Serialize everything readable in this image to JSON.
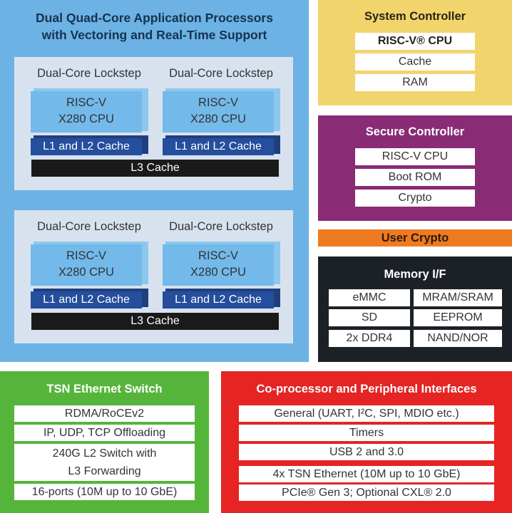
{
  "app_processors": {
    "title_line1": "Dual Quad-Core Application Processors",
    "title_line2": "with Vectoring and Real-Time Support",
    "color": "#6cb2e4",
    "clusters": [
      {
        "lockstep": [
          {
            "label": "Dual-Core Lockstep",
            "cpu_line1": "RISC-V",
            "cpu_line2": "X280 CPU",
            "cache": "L1 and L2 Cache"
          },
          {
            "label": "Dual-Core Lockstep",
            "cpu_line1": "RISC-V",
            "cpu_line2": "X280 CPU",
            "cache": "L1 and L2 Cache"
          }
        ],
        "l3": "L3 Cache"
      },
      {
        "lockstep": [
          {
            "label": "Dual-Core Lockstep",
            "cpu_line1": "RISC-V",
            "cpu_line2": "X280 CPU",
            "cache": "L1 and L2 Cache"
          },
          {
            "label": "Dual-Core Lockstep",
            "cpu_line1": "RISC-V",
            "cpu_line2": "X280 CPU",
            "cache": "L1 and L2 Cache"
          }
        ],
        "l3": "L3 Cache"
      }
    ]
  },
  "system_controller": {
    "title": "System Controller",
    "color": "#f2d46c",
    "items": [
      "RISC-V® CPU",
      "Cache",
      "RAM"
    ]
  },
  "secure_controller": {
    "title": "Secure Controller",
    "color": "#8a2b75",
    "items": [
      "RISC-V CPU",
      "Boot ROM",
      "Crypto"
    ]
  },
  "user_crypto": {
    "title": "User Crypto",
    "color": "#ee7a22"
  },
  "memory_if": {
    "title": "Memory I/F",
    "color": "#1c2128",
    "left": [
      "eMMC",
      "SD",
      "2x DDR4"
    ],
    "right": [
      "MRAM/SRAM",
      "EEPROM",
      "NAND/NOR"
    ]
  },
  "tsn_switch": {
    "title": "TSN Ethernet Switch",
    "color": "#55b53a",
    "items": [
      "RDMA/RoCEv2",
      "IP, UDP, TCP Offloading",
      "240G L2 Switch with",
      "L3 Forwarding",
      "16-ports (10M up to 10 GbE)"
    ]
  },
  "coprocessor": {
    "title": "Co-processor and Peripheral Interfaces",
    "color": "#e52423",
    "items": [
      "General (UART, I²C, SPI, MDIO etc.)",
      "Timers",
      "USB 2 and 3.0",
      "4x TSN Ethernet (10M up to 10 GbE)",
      "PCIe® Gen 3; Optional CXL® 2.0"
    ]
  }
}
